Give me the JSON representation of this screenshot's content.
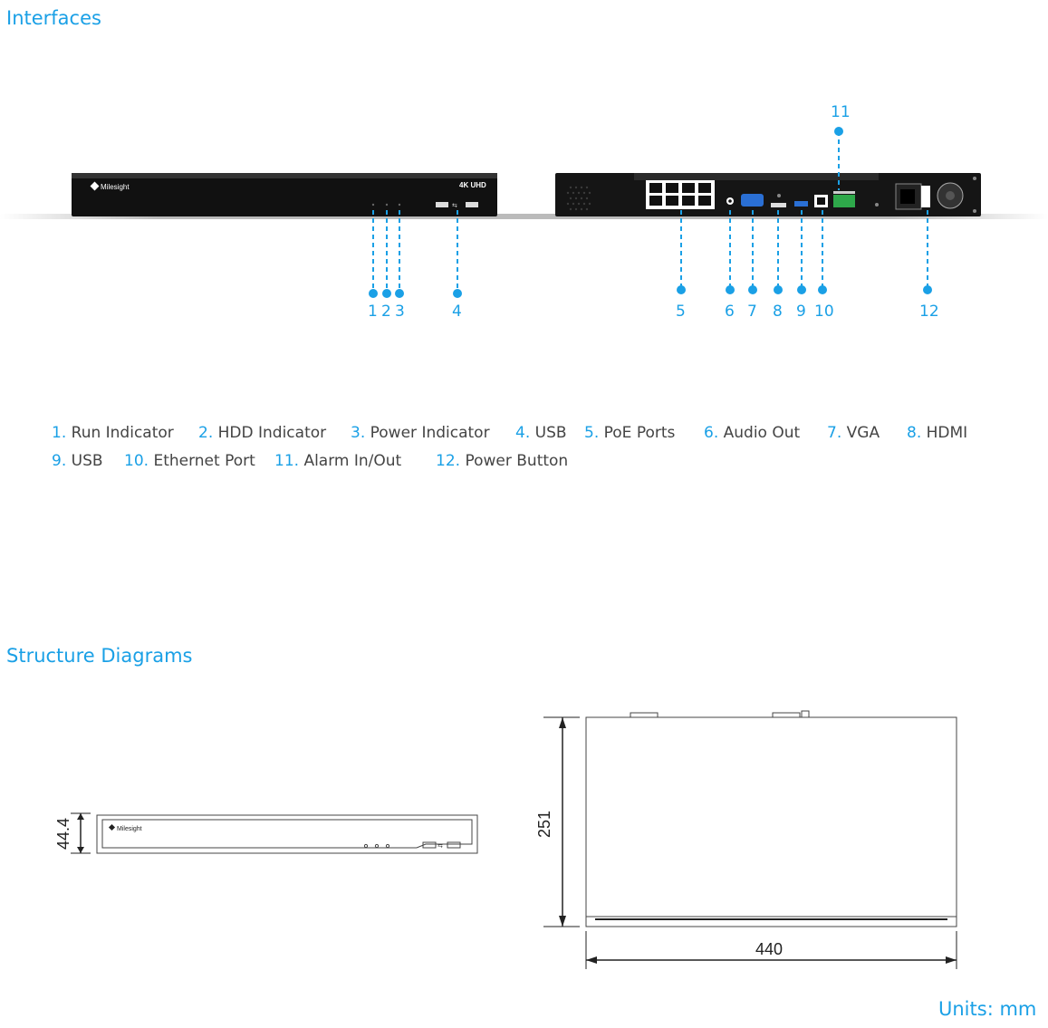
{
  "interfaces": {
    "title": "Interfaces",
    "front_panel": {
      "brand": "Milesight",
      "badge": "4K UHD"
    },
    "callouts": [
      "1",
      "2",
      "3",
      "4",
      "5",
      "6",
      "7",
      "8",
      "9",
      "10",
      "11",
      "12"
    ],
    "legend": [
      {
        "num": "1.",
        "label": "Run Indicator"
      },
      {
        "num": "2.",
        "label": "HDD Indicator"
      },
      {
        "num": "3.",
        "label": "Power Indicator"
      },
      {
        "num": "4.",
        "label": "USB"
      },
      {
        "num": "5.",
        "label": "PoE Ports"
      },
      {
        "num": "6.",
        "label": "Audio Out"
      },
      {
        "num": "7.",
        "label": "VGA"
      },
      {
        "num": "8.",
        "label": "HDMI"
      },
      {
        "num": "9.",
        "label": "USB"
      },
      {
        "num": "10.",
        "label": "Ethernet Port"
      },
      {
        "num": "11.",
        "label": "Alarm In/Out"
      },
      {
        "num": "12.",
        "label": "Power Button"
      }
    ]
  },
  "structure": {
    "title": "Structure Diagrams",
    "front_brand": "Milesight",
    "height": "44.4",
    "depth": "251",
    "width": "440",
    "units": "Units: mm"
  },
  "colors": {
    "accent": "#1aa0e6",
    "device": "#1a1a1a"
  }
}
